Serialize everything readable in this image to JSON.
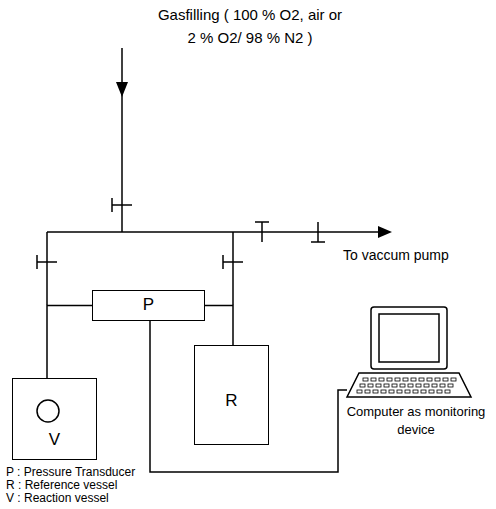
{
  "diagram": {
    "nodes": [
      {
        "text": [
          "P"
        ]
      },
      {
        "text": [
          "V"
        ]
      },
      {
        "text": [
          "R"
        ]
      },
      {
        "text": [
          "Computer as monitoring device"
        ]
      }
    ],
    "edges": [
      {
        "from": 1,
        "to": 0,
        "arrow": "none"
      },
      {
        "from": 0,
        "to": 2,
        "arrow": "none"
      },
      {
        "from": 0,
        "to": 3,
        "arrow": "none"
      }
    ],
    "labels": [
      "Gasfilling ( 100 % O2, air or 2 % O2/ 98 % N2 )",
      "To vaccum pump",
      "P : Pressure Transducer",
      "R : Reference vessel",
      "V : Reaction vessel"
    ]
  }
}
